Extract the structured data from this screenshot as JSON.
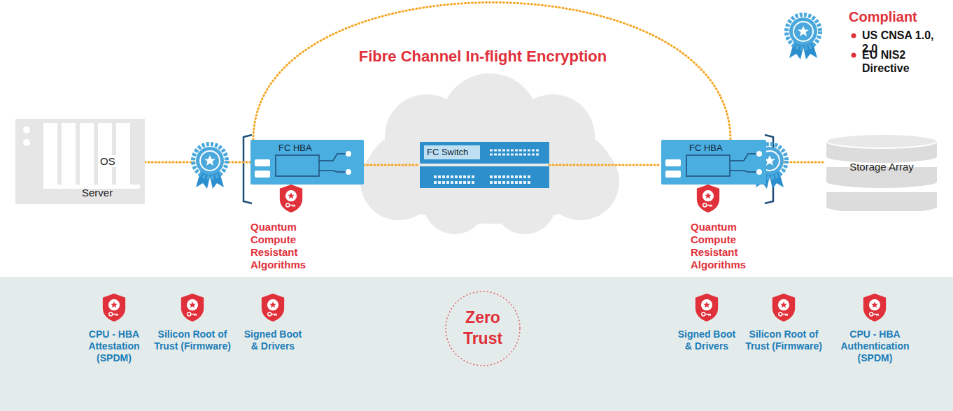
{
  "diagram": {
    "nodes": [
      {
        "text": [
          "OS",
          "Server"
        ]
      },
      {
        "text": [
          "FC HBA"
        ]
      },
      {
        "text": [
          "FC Switch"
        ]
      },
      {
        "text": [
          "FC HBA"
        ]
      },
      {
        "text": [
          "Storage Array"
        ]
      },
      {
        "text": [
          "Zero Trust"
        ]
      }
    ],
    "edges": [
      {
        "from": 0,
        "to": 1,
        "arrow": "none"
      },
      {
        "from": 1,
        "to": 2,
        "arrow": "none"
      },
      {
        "from": 2,
        "to": 3,
        "arrow": "none"
      },
      {
        "from": 3,
        "to": 4,
        "arrow": "none"
      },
      {
        "from": 1,
        "to": 3,
        "label": "Fibre Channel In-flight Encryption",
        "arrow": "none"
      }
    ],
    "labels": [
      "Compliant",
      "US CNSA 1.0, 2.0",
      "EU NIS2 Directive",
      "Quantum Compute Resistant Algorithms",
      "Quantum Compute Resistant Algorithms",
      "CPU - HBA Attestation (SPDM)",
      "Silicon Root of Trust (Firmware)",
      "Signed Boot & Drivers",
      "Signed Boot & Drivers",
      "Silicon Root of Trust (Firmware)",
      "CPU - HBA Authentication (SPDM)"
    ]
  }
}
